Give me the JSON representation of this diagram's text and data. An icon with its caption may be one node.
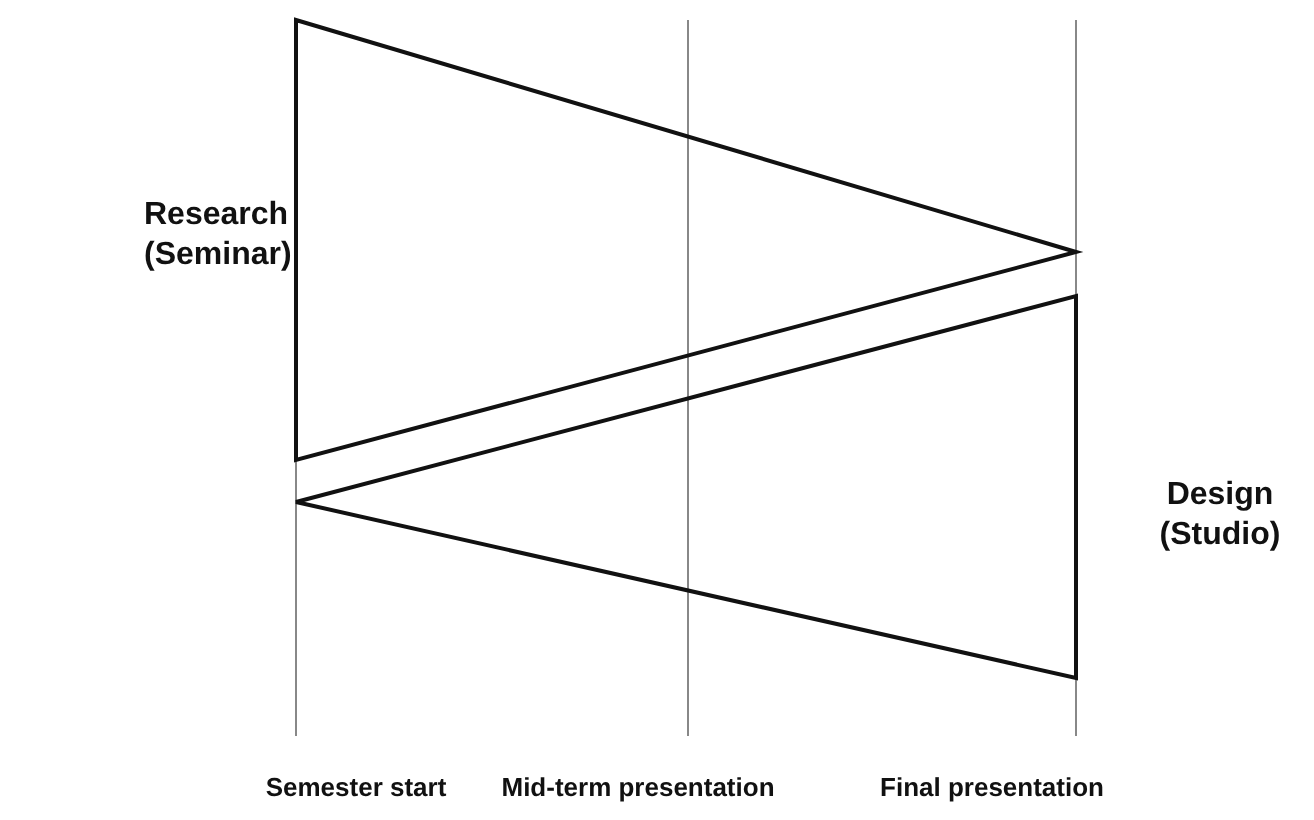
{
  "diagram": {
    "nodes": [
      {
        "text": [
          "Research (Seminar)"
        ]
      },
      {
        "text": [
          "Design (Studio)"
        ]
      }
    ],
    "labels": [
      "Semester start",
      "Mid-term presentation",
      "Final presentation"
    ]
  }
}
